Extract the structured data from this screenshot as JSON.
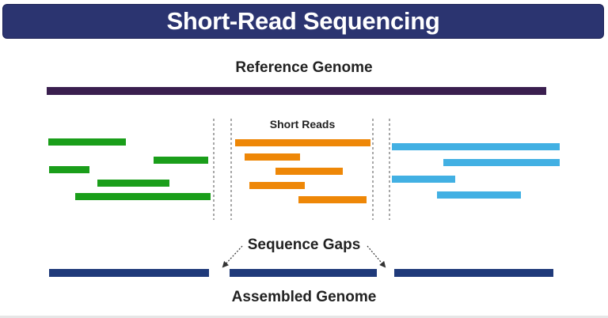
{
  "title": "Short-Read Sequencing",
  "labels": {
    "reference": "Reference Genome",
    "short_reads": "Short Reads",
    "gaps": "Sequence Gaps",
    "assembled": "Assembled Genome"
  },
  "colors": {
    "banner": "#2b3470",
    "reference": "#3a1f4f",
    "green_reads": "#1a9e1a",
    "orange_reads": "#ee8707",
    "blue_reads": "#42b0e3",
    "assembled": "#1f3a7a",
    "divider": "#8a8a8a"
  }
}
